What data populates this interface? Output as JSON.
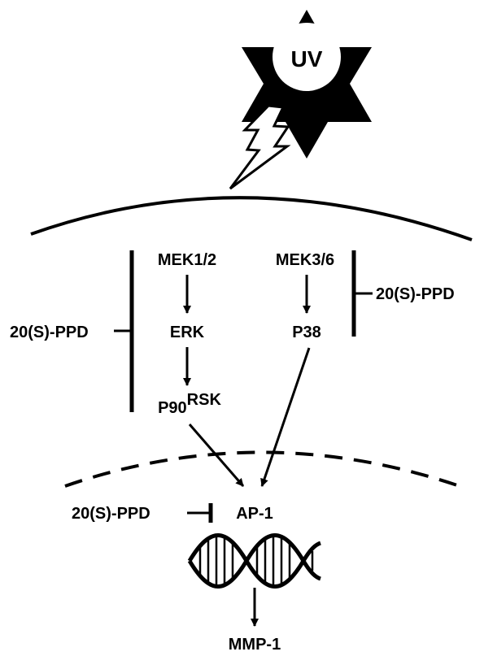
{
  "stimulus": {
    "label": "UV"
  },
  "labels": {
    "mek12": "MEK1/2",
    "erk": "ERK",
    "p90": "P90",
    "p90_sup": "RSK",
    "mek36": "MEK3/6",
    "p38": "P38",
    "inhibitor_left": "20(S)-PPD",
    "inhibitor_right": "20(S)-PPD",
    "inhibitor_ap1": "20(S)-PPD",
    "ap1": "AP-1",
    "mmp1": "MMP-1"
  },
  "colors": {
    "ink": "#000000",
    "background": "#ffffff"
  }
}
